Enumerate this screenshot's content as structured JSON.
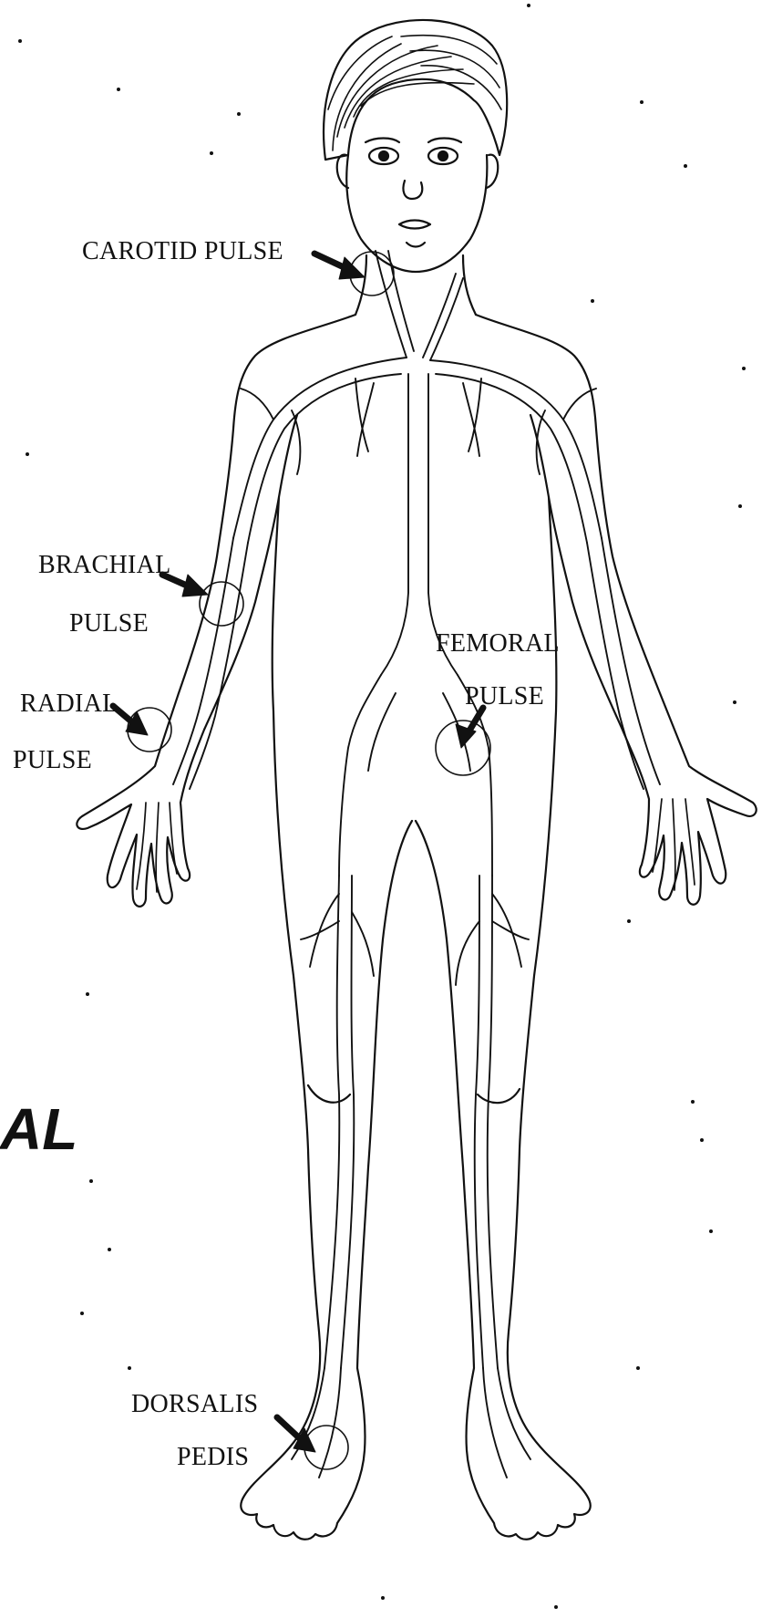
{
  "labels": {
    "carotid": "CAROTID PULSE",
    "brachial_1": "BRACHIAL",
    "brachial_2": "PULSE",
    "radial_1": "RADIAL",
    "radial_2": "PULSE",
    "femoral_1": "FEMORAL",
    "femoral_2": "PULSE",
    "dorsalis_1": "DORSALIS",
    "dorsalis_2": "PEDIS"
  },
  "left_fragment": "AL",
  "colors": {
    "ink": "#111111",
    "paper": "#ffffff"
  }
}
